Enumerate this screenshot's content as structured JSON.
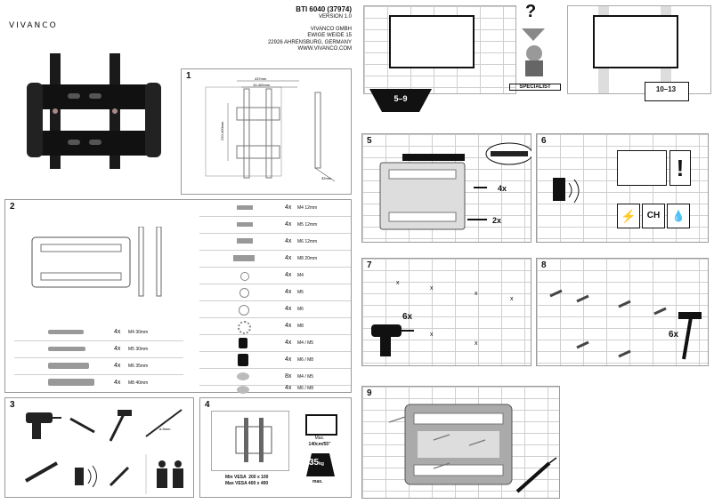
{
  "header": {
    "brand": "VIVANCO",
    "model": "BTI 6040 (37974)",
    "version": "VERSION 1.0",
    "company": "VIVANCO GMBH",
    "street": "EWIGE WEIDE 15",
    "city": "22926 AHRENSBURG, GERMANY",
    "web": "WWW.VIVANCO.COM"
  },
  "top": {
    "question": "?",
    "specialist": "SPECIALIST",
    "page_left": "5–9",
    "page_right": "10–13"
  },
  "panel1": {
    "num": "1",
    "width_label": "437mm",
    "hole_label": "10-400mm",
    "height_label": "220-400mm",
    "depth_label": "32mm"
  },
  "panel2": {
    "num": "2",
    "left_parts": [
      {
        "qty": "4x",
        "size": "M4 30mm"
      },
      {
        "qty": "4x",
        "size": "M5 30mm"
      },
      {
        "qty": "4x",
        "size": "M6 35mm"
      },
      {
        "qty": "4x",
        "size": "M8 40mm"
      }
    ],
    "right_parts": [
      {
        "qty": "4x",
        "size": "M4 12mm"
      },
      {
        "qty": "4x",
        "size": "M5 12mm"
      },
      {
        "qty": "4x",
        "size": "M6 12mm"
      },
      {
        "qty": "4x",
        "size": "M8 20mm"
      },
      {
        "qty": "4x",
        "size": "M4"
      },
      {
        "qty": "4x",
        "size": "M5"
      },
      {
        "qty": "4x",
        "size": "M6"
      },
      {
        "qty": "4x",
        "size": "M8"
      },
      {
        "qty": "4x",
        "size": "M4 / M5"
      },
      {
        "qty": "4x",
        "size": "M6 / M8"
      },
      {
        "qty": "8x",
        "size": "M4 / M5"
      },
      {
        "qty": "4x",
        "size": "M6 / M8"
      }
    ]
  },
  "panel3": {
    "num": "3",
    "drill_label": "ø 8mm"
  },
  "panel4": {
    "num": "4",
    "max_label": "Max.",
    "max_size": "140cm/55\"",
    "weight": "35",
    "weight_unit": "kg",
    "weight_suffix": "max.",
    "vesa_min": "Min VESA  200 x 100",
    "vesa_max": "Max VESA 400 x 400"
  },
  "panel5": {
    "num": "5",
    "qty_a": "4x",
    "qty_b": "2x"
  },
  "panel6": {
    "num": "6",
    "ch": "CH",
    "warn": "!"
  },
  "panel7": {
    "num": "7",
    "qty": "6x",
    "mark": "x"
  },
  "panel8": {
    "num": "8",
    "qty": "6x"
  },
  "panel9": {
    "num": "9"
  }
}
